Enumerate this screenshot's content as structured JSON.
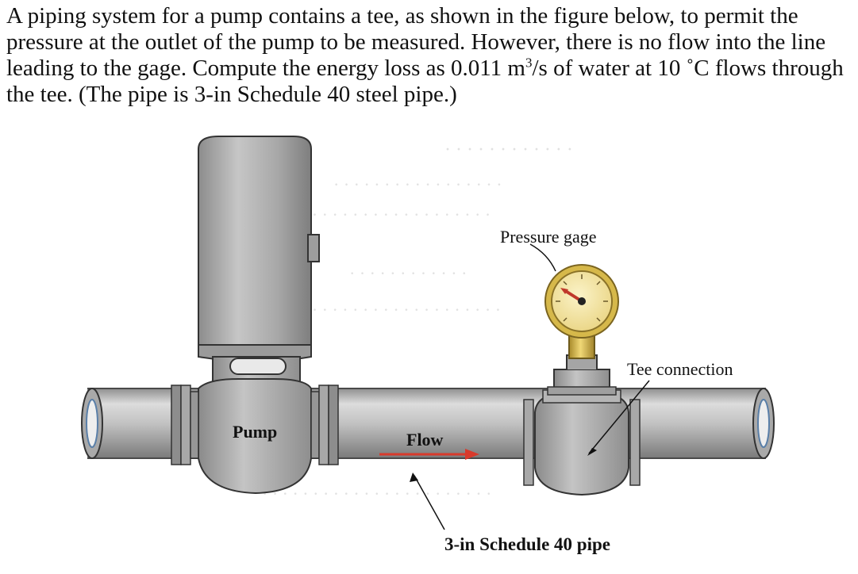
{
  "problem": {
    "part1": "A piping system for a pump contains a tee, as shown in the figure below, to permit the pressure at the outlet of the pump to be measured. However, there is no flow into the line leading to the gage. Compute the energy loss as 0.011 m",
    "superscript": "3",
    "part2": "/s of water at 10 ˚C flows through the tee. (The pipe is 3-in Schedule 40 steel pipe.)"
  },
  "figure": {
    "labels": {
      "pressure_gage": "Pressure gage",
      "tee_connection": "Tee connection",
      "pump": "Pump",
      "flow": "Flow",
      "pipe": "3-in Schedule 40 pipe"
    }
  },
  "colors": {
    "pipe": "#b8b8b8",
    "gage_face": "#f3e6a0",
    "gage_ring": "#d6b84a",
    "needle": "#c0392b",
    "flow_arrow": "#d83a2c"
  }
}
